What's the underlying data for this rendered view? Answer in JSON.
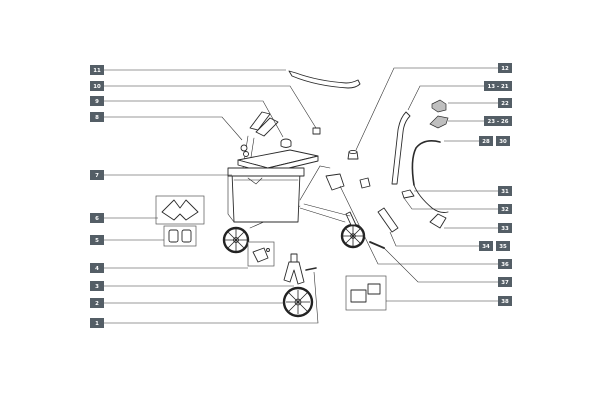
{
  "callouts": [
    {
      "id": "c1",
      "label": "1"
    },
    {
      "id": "c2",
      "label": "2"
    },
    {
      "id": "c3",
      "label": "3"
    },
    {
      "id": "c4",
      "label": "4"
    },
    {
      "id": "c5",
      "label": "5"
    },
    {
      "id": "c6",
      "label": "6"
    },
    {
      "id": "c7",
      "label": "7"
    },
    {
      "id": "c8",
      "label": "8"
    },
    {
      "id": "c9",
      "label": "9"
    },
    {
      "id": "c10",
      "label": "10"
    },
    {
      "id": "c11",
      "label": "11"
    },
    {
      "id": "c12",
      "label": "12"
    },
    {
      "id": "c13",
      "label": "13 - 21"
    },
    {
      "id": "c22",
      "label": "22"
    },
    {
      "id": "c23",
      "label": "23 - 26"
    },
    {
      "id": "c28",
      "label": "28"
    },
    {
      "id": "c30",
      "label": "30"
    },
    {
      "id": "c31",
      "label": "31"
    },
    {
      "id": "c32",
      "label": "32"
    },
    {
      "id": "c33",
      "label": "33"
    },
    {
      "id": "c34",
      "label": "34"
    },
    {
      "id": "c35",
      "label": "35"
    },
    {
      "id": "c36",
      "label": "36"
    },
    {
      "id": "c37",
      "label": "37"
    },
    {
      "id": "c38",
      "label": "38"
    }
  ],
  "colors": {
    "tag_fill": "#545e66",
    "tag_text": "#ffffff",
    "line": "#333333",
    "part_grey": "#bfbfbf"
  }
}
